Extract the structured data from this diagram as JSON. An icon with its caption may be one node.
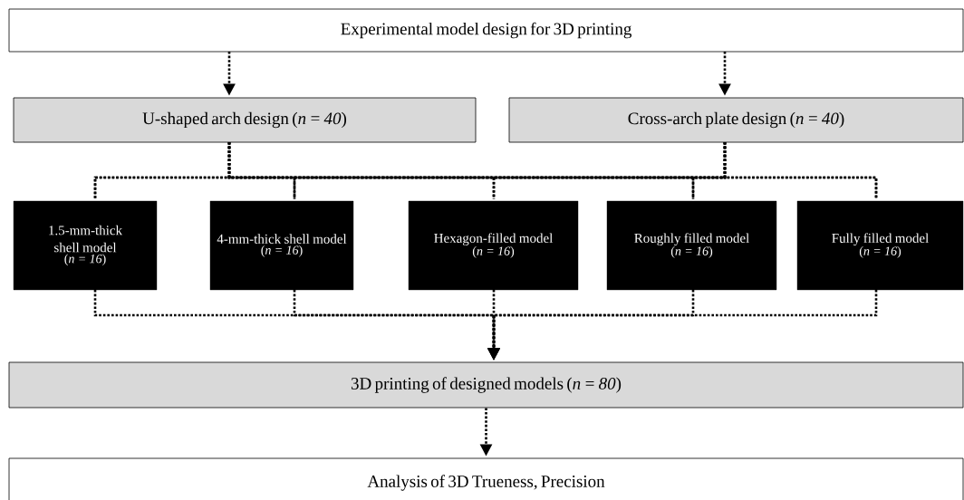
{
  "diagram": {
    "nodes": [
      {
        "text": [
          "Experimental model design for 3D printing"
        ]
      },
      {
        "text": [
          "U-shaped arch design (*n = 40*)"
        ]
      },
      {
        "text": [
          "Cross-arch plate design (*n = 40*)"
        ]
      },
      {
        "text": [
          "1.5-mm-thick shell model",
          "(*n = 16*)"
        ]
      },
      {
        "text": [
          "4-mm-thick shell model",
          "(*n = 16*)"
        ]
      },
      {
        "text": [
          "Hexagon-filled model",
          "(*n = 16*)"
        ]
      },
      {
        "text": [
          "Roughly filled model",
          "(*n = 16*)"
        ]
      },
      {
        "text": [
          "Fully filled model",
          "(*n = 16*)"
        ]
      },
      {
        "text": [
          "3D printing of designed models (*n = 80*)"
        ]
      },
      {
        "text": [
          "Analysis of 3D Trueness, Precision"
        ]
      }
    ],
    "edges": [
      {
        "from": 0,
        "to": 1,
        "arrow": "to"
      },
      {
        "from": 0,
        "to": 2,
        "arrow": "to"
      },
      {
        "from": 1,
        "to": 3,
        "arrow": "none"
      },
      {
        "from": 1,
        "to": 4,
        "arrow": "none"
      },
      {
        "from": 1,
        "to": 5,
        "arrow": "none"
      },
      {
        "from": 1,
        "to": 6,
        "arrow": "none"
      },
      {
        "from": 1,
        "to": 7,
        "arrow": "none"
      },
      {
        "from": 2,
        "to": 3,
        "arrow": "none"
      },
      {
        "from": 2,
        "to": 4,
        "arrow": "none"
      },
      {
        "from": 2,
        "to": 5,
        "arrow": "none"
      },
      {
        "from": 2,
        "to": 6,
        "arrow": "none"
      },
      {
        "from": 2,
        "to": 7,
        "arrow": "none"
      },
      {
        "from": 3,
        "to": 8,
        "arrow": "to"
      },
      {
        "from": 4,
        "to": 8,
        "arrow": "to"
      },
      {
        "from": 5,
        "to": 8,
        "arrow": "to"
      },
      {
        "from": 6,
        "to": 8,
        "arrow": "to"
      },
      {
        "from": 7,
        "to": 8,
        "arrow": "to"
      },
      {
        "from": 8,
        "to": 9,
        "arrow": "to"
      }
    ]
  }
}
